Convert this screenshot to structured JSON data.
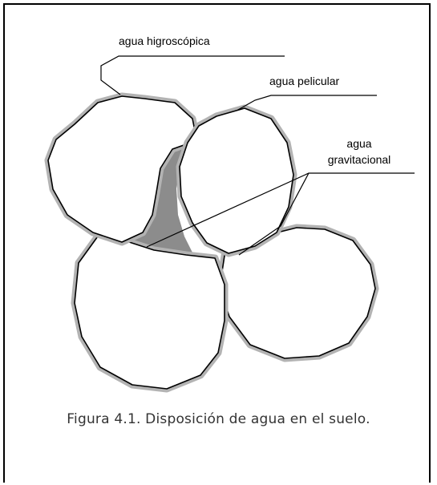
{
  "labels": {
    "hygroscopic": "agua higroscópica",
    "film": "agua pelicular",
    "gravitational_line1": "agua",
    "gravitational_line2": "gravitacional"
  },
  "caption": "Figura 4.1. Disposición de agua en el suelo.",
  "colors": {
    "film_water": "#b3b3b3",
    "gravitational_water": "#8c8c8c",
    "particle_fill": "#ffffff",
    "outline": "#000000"
  }
}
